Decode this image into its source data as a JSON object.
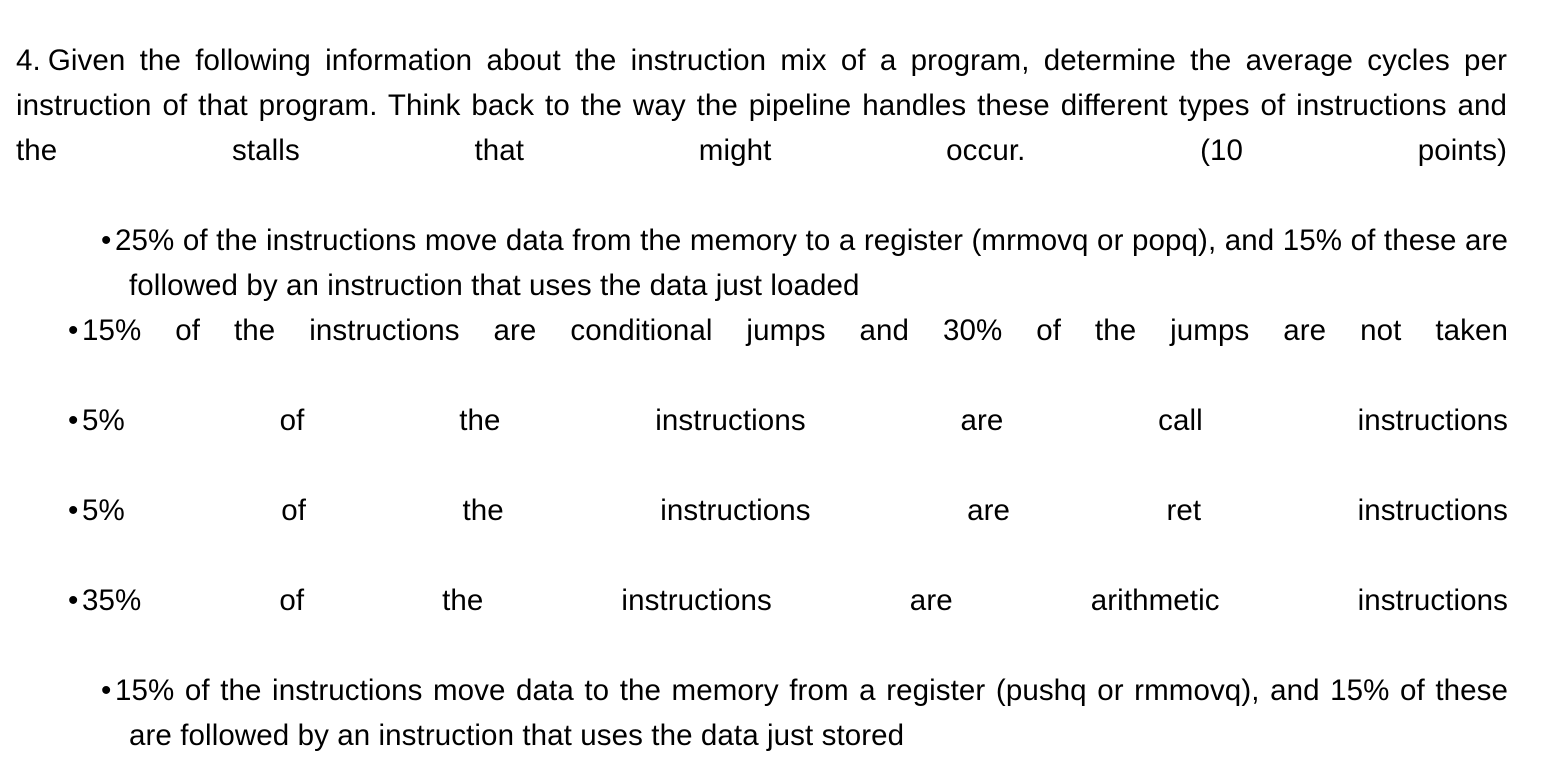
{
  "document": {
    "background_color": "#ffffff",
    "text_color": "#000000",
    "question_number": "4.",
    "question_prompt": "Given the following information about the instruction mix of a program, determine the average cycles per instruction of that program. Think back to the way the pipeline handles these different types of instructions and the stalls that might occur. (10 points)",
    "bullet_glyph": "•",
    "bullets": [
      {
        "text": "25% of the instructions move data from the memory to a register (mrmovq or popq), and 15% of these are followed by an instruction that uses the data just loaded",
        "wraps": true
      },
      {
        "text": "15% of the instructions are conditional jumps and 30% of the jumps are not taken",
        "wraps": false
      },
      {
        "text": "5% of the instructions are call instructions",
        "wraps": false
      },
      {
        "text": "5% of the instructions are ret instructions",
        "wraps": false
      },
      {
        "text": "35% of the instructions are arithmetic instructions",
        "wraps": false
      },
      {
        "text": "15% of the instructions move data to the memory from a register (pushq or rmmovq), and 15% of these are followed by an instruction that uses the data just stored",
        "wraps": true
      }
    ]
  }
}
